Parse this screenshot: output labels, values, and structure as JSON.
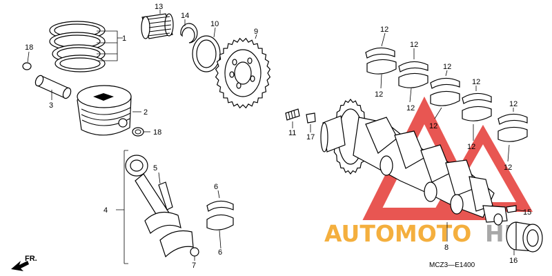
{
  "diagram": {
    "code": "MCZ3—E1400",
    "front_arrow": "FR.",
    "callouts": {
      "c1": "1",
      "c2": "2",
      "c3": "3",
      "c4": "4",
      "c5": "5",
      "c6a": "6",
      "c6b": "6",
      "c7": "7",
      "c8": "8",
      "c9": "9",
      "c10": "10",
      "c11": "11",
      "c12": "12",
      "c13": "13",
      "c14": "14",
      "c15": "15",
      "c16": "16",
      "c17": "17",
      "c18a": "18",
      "c18b": "18"
    }
  },
  "watermark": {
    "text_orange": "AUTOMOTO",
    "text_gray": "HUB",
    "orange": "#f3a21d",
    "gray": "#9a9a9a",
    "red": "#e53935"
  }
}
